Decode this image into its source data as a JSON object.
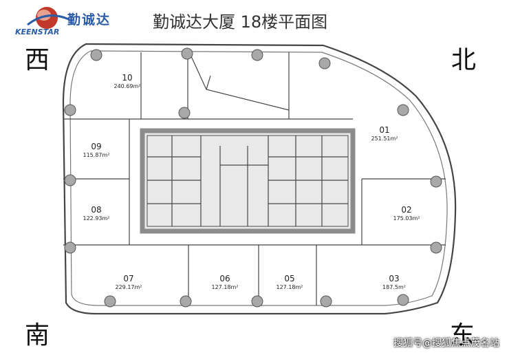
{
  "header": {
    "brand_cn": "勤诚达",
    "brand_en": "KEENSTAR",
    "title": "勤诚达大厦 18楼平面图"
  },
  "directions": {
    "west": "西",
    "north": "北",
    "south": "南",
    "east": "东"
  },
  "units": [
    {
      "no": "10",
      "area": "240.69m²"
    },
    {
      "no": "09",
      "area": "115.87m²"
    },
    {
      "no": "08",
      "area": "122.93m²"
    },
    {
      "no": "07",
      "area": "229.17m²"
    },
    {
      "no": "06",
      "area": "127.18m²"
    },
    {
      "no": "05",
      "area": "127.18m²"
    },
    {
      "no": "03",
      "area": "187.5m²"
    },
    {
      "no": "02",
      "area": "175.03m²"
    },
    {
      "no": "01",
      "area": "251.51m²"
    }
  ],
  "watermark": "搜狐号@搜狐焦点茂名站",
  "colors": {
    "line": "#444444",
    "core": "#8c8c8c",
    "column": "#a8a8a8",
    "brand": "#2a5ca8",
    "logo": "#c0392b"
  }
}
